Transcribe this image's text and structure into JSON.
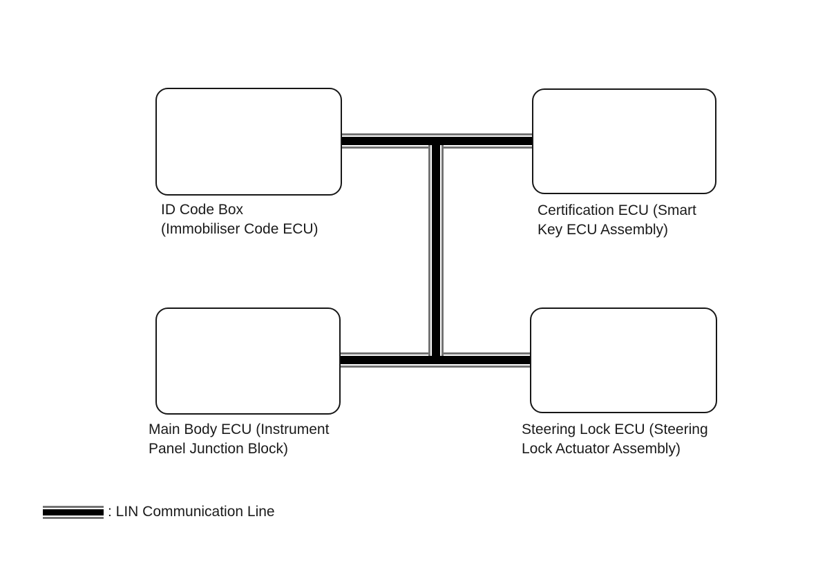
{
  "diagram": {
    "type": "ecu-communication-network",
    "background_color": "#ffffff",
    "line_style": {
      "name": "LIN Communication Line",
      "core_color": "#000000",
      "shield_color": "#737373"
    },
    "nodes": {
      "id_code_box": {
        "line1": "ID Code Box",
        "line2": "(Immobiliser Code ECU)"
      },
      "certification_ecu": {
        "line1": "Certification ECU (Smart",
        "line2": "Key ECU Assembly)"
      },
      "main_body_ecu": {
        "line1": "Main Body ECU (Instrument",
        "line2": "Panel Junction Block)"
      },
      "steering_lock_ecu": {
        "line1": "Steering Lock ECU (Steering",
        "line2": "Lock Actuator Assembly)"
      }
    },
    "connections": [
      {
        "from": "id_code_box",
        "to": "certification_ecu",
        "via": "top-horizontal-segment",
        "type": "LIN"
      },
      {
        "from": "main_body_ecu",
        "to": "steering_lock_ecu",
        "via": "bottom-horizontal-segment",
        "type": "LIN"
      },
      {
        "from": "top-horizontal-segment",
        "to": "bottom-horizontal-segment",
        "via": "center-vertical-trunk",
        "type": "LIN"
      }
    ],
    "legend": {
      "label": ": LIN Communication Line"
    }
  }
}
